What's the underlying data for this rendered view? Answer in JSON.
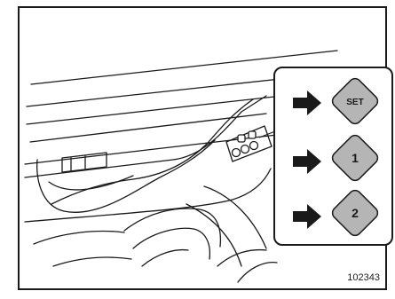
{
  "figure": {
    "figure_number": "102343"
  },
  "callout": {
    "buttons": [
      {
        "label": "SET"
      },
      {
        "label": "1"
      },
      {
        "label": "2"
      }
    ]
  },
  "colors": {
    "line": "#1a1a1a",
    "button_fill": "#b5b5b5",
    "frame": "#1a1a1a",
    "background": "#ffffff"
  }
}
